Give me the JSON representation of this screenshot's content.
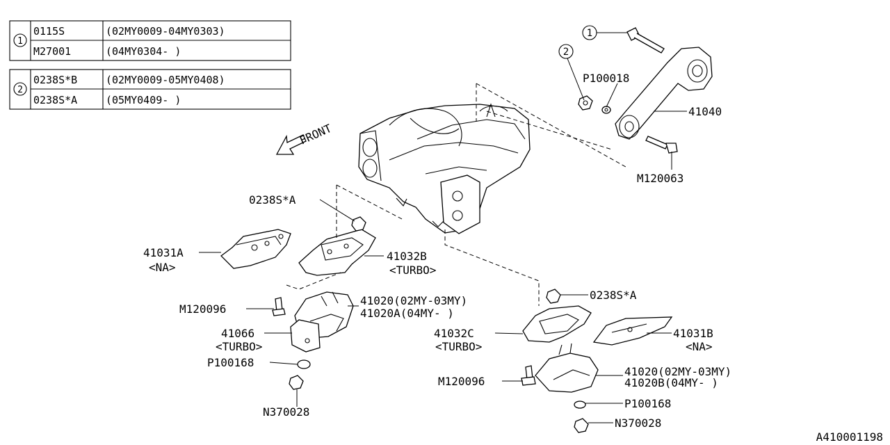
{
  "legend": [
    {
      "marker": "1",
      "rows": [
        {
          "part": "0115S",
          "range": "(02MY0009-04MY0303)"
        },
        {
          "part": "M27001",
          "range": "(04MY0304-         )"
        }
      ]
    },
    {
      "marker": "2",
      "rows": [
        {
          "part": "0238S*B",
          "range": "(02MY0009-05MY0408)"
        },
        {
          "part": "0238S*A",
          "range": "(05MY0409-         )"
        }
      ]
    }
  ],
  "front_label": "FRONT",
  "callouts": {
    "c1": "1",
    "c2": "2",
    "p100018": "P100018",
    "n41040": "41040",
    "m120063": "M120063",
    "n0238sa_top": "0238S*A",
    "n41031a": "41031A",
    "na_left": "<NA>",
    "n41032b": "41032B",
    "turbo_b": "<TURBO>",
    "m120096_left": "M120096",
    "n41020_left": "41020(02MY-03MY)",
    "n41020a": "41020A(04MY-     )",
    "n41066": "41066",
    "turbo_66": "<TURBO>",
    "p100168_left": "P100168",
    "n370028_left": "N370028",
    "n0238sa_right": "0238S*A",
    "n41032c": "41032C",
    "turbo_c": "<TURBO>",
    "n41031b": "41031B",
    "na_right": "<NA>",
    "m120096_right": "M120096",
    "n41020_right": "41020(02MY-03MY)",
    "n41020b": "41020B(04MY-     )",
    "p100168_right": "P100168",
    "n370028_right": "N370028"
  },
  "diagram_id": "A410001198"
}
